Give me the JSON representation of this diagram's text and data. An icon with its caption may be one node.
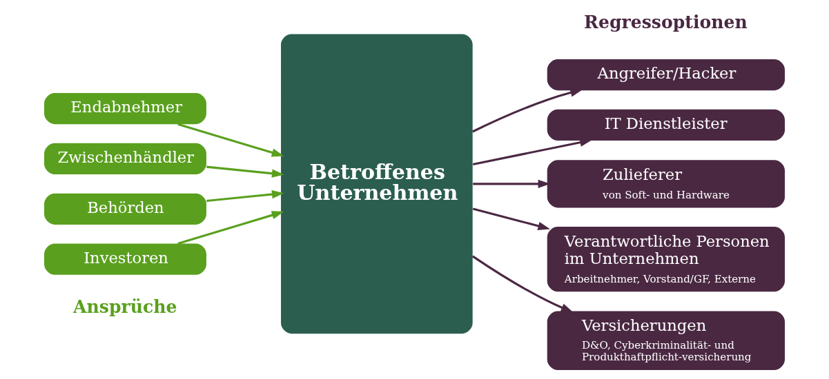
{
  "diagram": {
    "nodes": [
      {
        "text": [
          "Endabnehmer"
        ]
      },
      {
        "text": [
          "Zwischenhändler"
        ]
      },
      {
        "text": [
          "Behörden"
        ]
      },
      {
        "text": [
          "Investoren"
        ]
      },
      {
        "text": [
          "Betroffenes Unternehmen"
        ]
      },
      {
        "text": [
          "Angreifer/Hacker"
        ]
      },
      {
        "text": [
          "IT Dienstleister"
        ]
      },
      {
        "text": [
          "Zulieferer",
          "von Soft- und Hardware"
        ]
      },
      {
        "text": [
          "Verantwortliche Personen im Unternehmen",
          "Arbeitnehmer, Vorstand/GF, Externe"
        ]
      },
      {
        "text": [
          "Versicherungen",
          "D&O, Cyberkriminalität- und Produkthaftpflicht-versicherung"
        ]
      }
    ],
    "edges": [
      {
        "from": 0,
        "to": 4,
        "arrow": "to",
        "color": "#5aa01e"
      },
      {
        "from": 1,
        "to": 4,
        "arrow": "to",
        "color": "#5aa01e"
      },
      {
        "from": 2,
        "to": 4,
        "arrow": "to",
        "color": "#5aa01e"
      },
      {
        "from": 3,
        "to": 4,
        "arrow": "to",
        "color": "#5aa01e"
      },
      {
        "from": 4,
        "to": 5,
        "arrow": "to"
      },
      {
        "from": 4,
        "to": 6,
        "arrow": "to"
      },
      {
        "from": 4,
        "to": 7,
        "arrow": "to"
      },
      {
        "from": 4,
        "to": 8,
        "arrow": "to"
      },
      {
        "from": 4,
        "to": 9,
        "arrow": "to"
      }
    ],
    "labels": [
      "Ansprüche",
      "Regressoptionen"
    ]
  }
}
